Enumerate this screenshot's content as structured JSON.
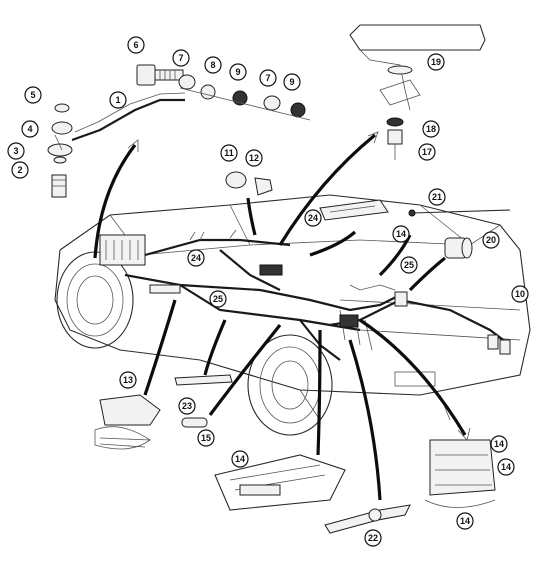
{
  "callouts": [
    {
      "id": "c1",
      "label": "1"
    },
    {
      "id": "c2",
      "label": "2"
    },
    {
      "id": "c3",
      "label": "3"
    },
    {
      "id": "c4",
      "label": "4"
    },
    {
      "id": "c5",
      "label": "5"
    },
    {
      "id": "c6",
      "label": "6"
    },
    {
      "id": "c7a",
      "label": "7"
    },
    {
      "id": "c8",
      "label": "8"
    },
    {
      "id": "c9a",
      "label": "9"
    },
    {
      "id": "c7b",
      "label": "7"
    },
    {
      "id": "c9b",
      "label": "9"
    },
    {
      "id": "c10",
      "label": "10"
    },
    {
      "id": "c11",
      "label": "11"
    },
    {
      "id": "c12",
      "label": "12"
    },
    {
      "id": "c13",
      "label": "13"
    },
    {
      "id": "c14a",
      "label": "14"
    },
    {
      "id": "c14b",
      "label": "14"
    },
    {
      "id": "c14c",
      "label": "14"
    },
    {
      "id": "c14d",
      "label": "14"
    },
    {
      "id": "c14e",
      "label": "14"
    },
    {
      "id": "c15",
      "label": "15"
    },
    {
      "id": "c17",
      "label": "17"
    },
    {
      "id": "c18",
      "label": "18"
    },
    {
      "id": "c19",
      "label": "19"
    },
    {
      "id": "c20",
      "label": "20"
    },
    {
      "id": "c21",
      "label": "21"
    },
    {
      "id": "c22",
      "label": "22"
    },
    {
      "id": "c23",
      "label": "23"
    },
    {
      "id": "c24a",
      "label": "24"
    },
    {
      "id": "c24b",
      "label": "24"
    },
    {
      "id": "c25a",
      "label": "25"
    },
    {
      "id": "c25b",
      "label": "25"
    }
  ]
}
